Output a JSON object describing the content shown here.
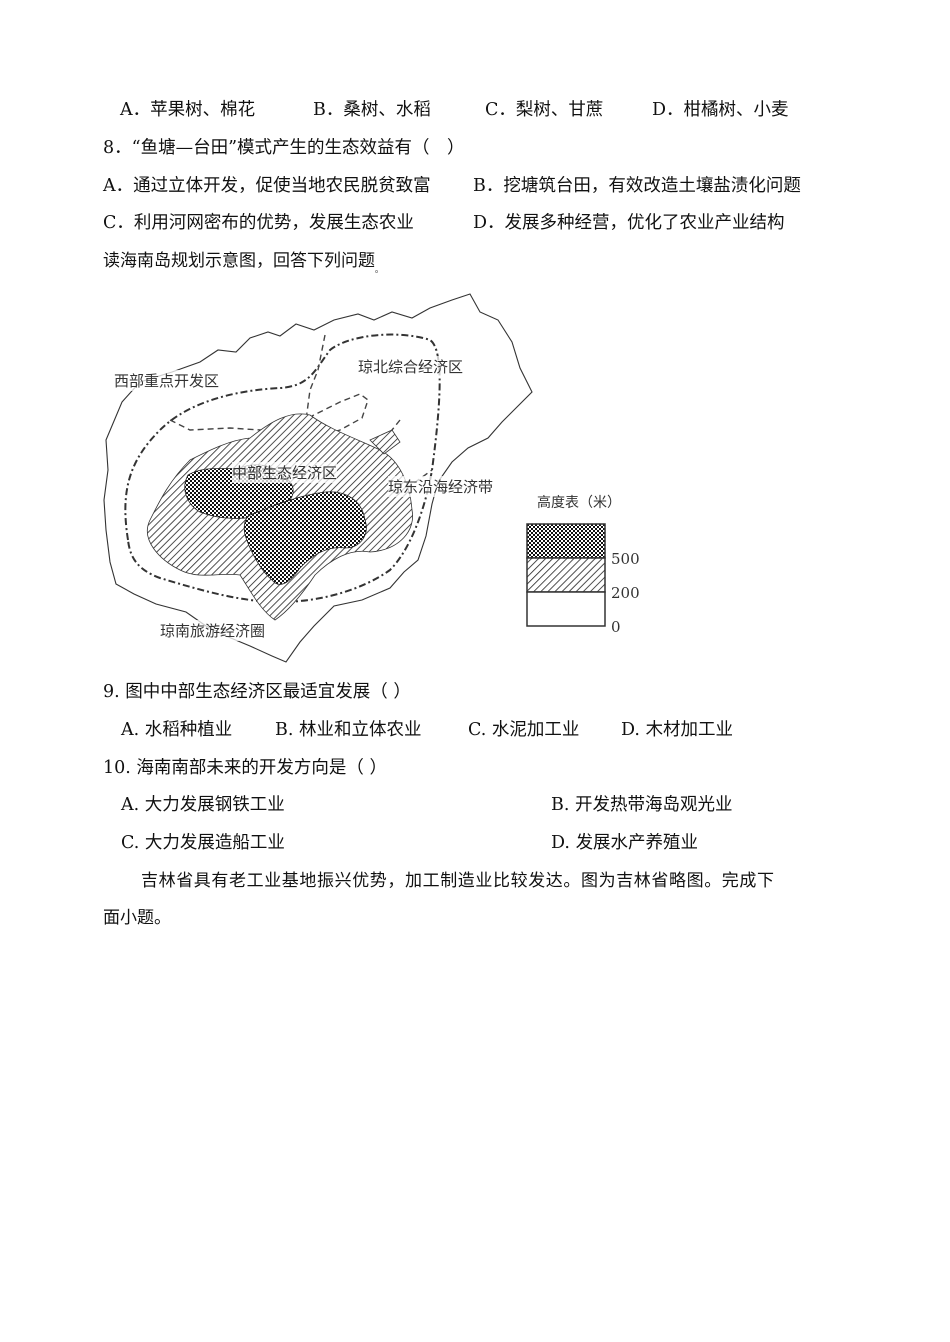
{
  "q7_options": [
    {
      "key": "A．",
      "text": "苹果树、棉花"
    },
    {
      "key": "B．",
      "text": "桑树、水稻"
    },
    {
      "key": "C．",
      "text": "梨树、甘蔗"
    },
    {
      "key": "D．",
      "text": "柑橘树、小麦"
    }
  ],
  "q8": {
    "stem": "8．“鱼塘—台田”模式产生的生态效益有（　）",
    "options": [
      {
        "key": "A．",
        "text": "通过立体开发，促使当地农民脱贫致富"
      },
      {
        "key": "B．",
        "text": "挖塘筑台田，有效改造土壤盐渍化问题"
      },
      {
        "key": "C．",
        "text": "利用河网密布的优势，发展生态农业"
      },
      {
        "key": "D．",
        "text": "发展多种经营，优化了农业产业结构"
      }
    ]
  },
  "map_intro": "读海南岛规划示意图，回答下列问题",
  "map_intro_end": "。",
  "map": {
    "labels": {
      "west": "西部重点开发区",
      "north": "琼北综合经济区",
      "central": "中部生态经济区",
      "east": "琼东沿海经济带",
      "south": "琼南旅游经济圈"
    },
    "legend": {
      "title": "高度表（米）",
      "values": [
        "500",
        "200",
        "0"
      ]
    },
    "colors": {
      "line": "#333333",
      "fill_dark": "#222222"
    }
  },
  "q9": {
    "stem": "9. 图中中部生态经济区最适宜发展（ ）",
    "options": [
      {
        "key": "A.",
        "text": "水稻种植业"
      },
      {
        "key": "B.",
        "text": "林业和立体农业"
      },
      {
        "key": "C.",
        "text": "水泥加工业"
      },
      {
        "key": "D.",
        "text": "木材加工业"
      }
    ]
  },
  "q10": {
    "stem": "10. 海南南部未来的开发方向是（ ）",
    "options": [
      {
        "key": "A.",
        "text": "大力发展钢铁工业"
      },
      {
        "key": "B.",
        "text": "开发热带海岛观光业"
      },
      {
        "key": "C.",
        "text": "大力发展造船工业"
      },
      {
        "key": "D.",
        "text": "发展水产养殖业"
      }
    ]
  },
  "jilin_intro": {
    "line1": "吉林省具有老工业基地振兴优势，加工制造业比较发达。图为吉林省略图。完成下",
    "line2": "面小题。"
  }
}
